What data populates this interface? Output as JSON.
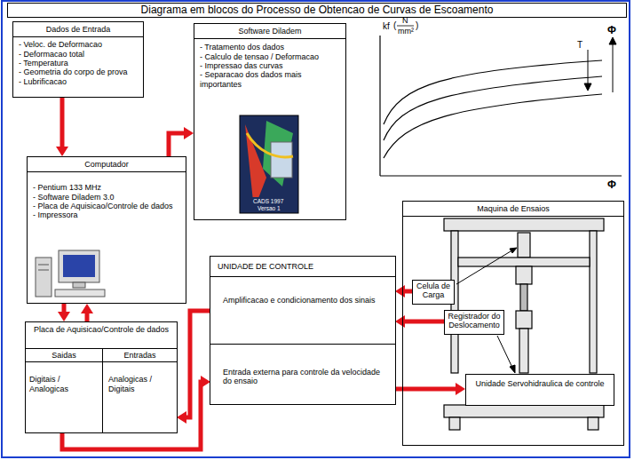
{
  "diagram": {
    "title": "Diagrama em blocos do Processo de Obtencao de Curvas de Escoamento",
    "nodes": [
      {
        "text": [
          "Dados de Entrada",
          "- Veloc. de Deformacao",
          "- Deformacao total",
          "- Temperatura",
          "- Geometria do corpo de prova",
          "- Lubrificacao"
        ]
      },
      {
        "text": [
          "Software Diladem",
          "- Tratamento dos dados",
          "- Calculo de tensao / Deformacao",
          "- Impressao das curvas",
          "- Separacao dos dados mais importantes"
        ]
      },
      {
        "text": [
          "Computador",
          "- Pentium 133 MHz",
          "- Software Diladem 3.0",
          "- Placa de Aquisicao/Controle de dados",
          "- Impressora"
        ]
      },
      {
        "text": [
          "Placa de Aquisicao/Controle de dados"
        ]
      },
      {
        "text": [
          "Saidas",
          "Digitais / Analogicas"
        ],
        "in": 3
      },
      {
        "text": [
          "Entradas",
          "Analogicas / Digitais"
        ],
        "in": 3
      },
      {
        "text": [
          "UNIDADE DE CONTROLE"
        ]
      },
      {
        "text": [
          "Amplificacao e condicionamento dos sinais"
        ],
        "in": 6
      },
      {
        "text": [
          "Entrada externa para controle da velocidade do ensaio"
        ],
        "in": 6
      },
      {
        "text": [
          "Maquina de Ensaios"
        ]
      },
      {
        "text": [
          "Celula de Carga"
        ],
        "in": 9
      },
      {
        "text": [
          "Registrador do Deslocamento"
        ],
        "in": 9
      },
      {
        "text": [
          "Unidade Servohidraulica de controle"
        ],
        "in": 9
      }
    ],
    "edges": [
      {
        "from": 0,
        "to": 2,
        "arrow": "to"
      },
      {
        "from": 2,
        "to": 1,
        "arrow": "to"
      },
      {
        "from": 2,
        "to": 3,
        "arrow": "to"
      },
      {
        "from": 3,
        "to": 2,
        "arrow": "to"
      },
      {
        "from": 10,
        "to": 7,
        "arrow": "to"
      },
      {
        "from": 11,
        "to": 7,
        "arrow": "to"
      },
      {
        "from": 7,
        "to": 5,
        "arrow": "to"
      },
      {
        "from": 4,
        "to": 8,
        "arrow": "to"
      },
      {
        "from": 8,
        "to": 12,
        "arrow": "to"
      }
    ],
    "labels": [
      "CADS 1997",
      "Versao 1",
      "kf",
      "(",
      "N",
      "mm²",
      ")",
      "T",
      "Φ",
      "Φ"
    ]
  }
}
